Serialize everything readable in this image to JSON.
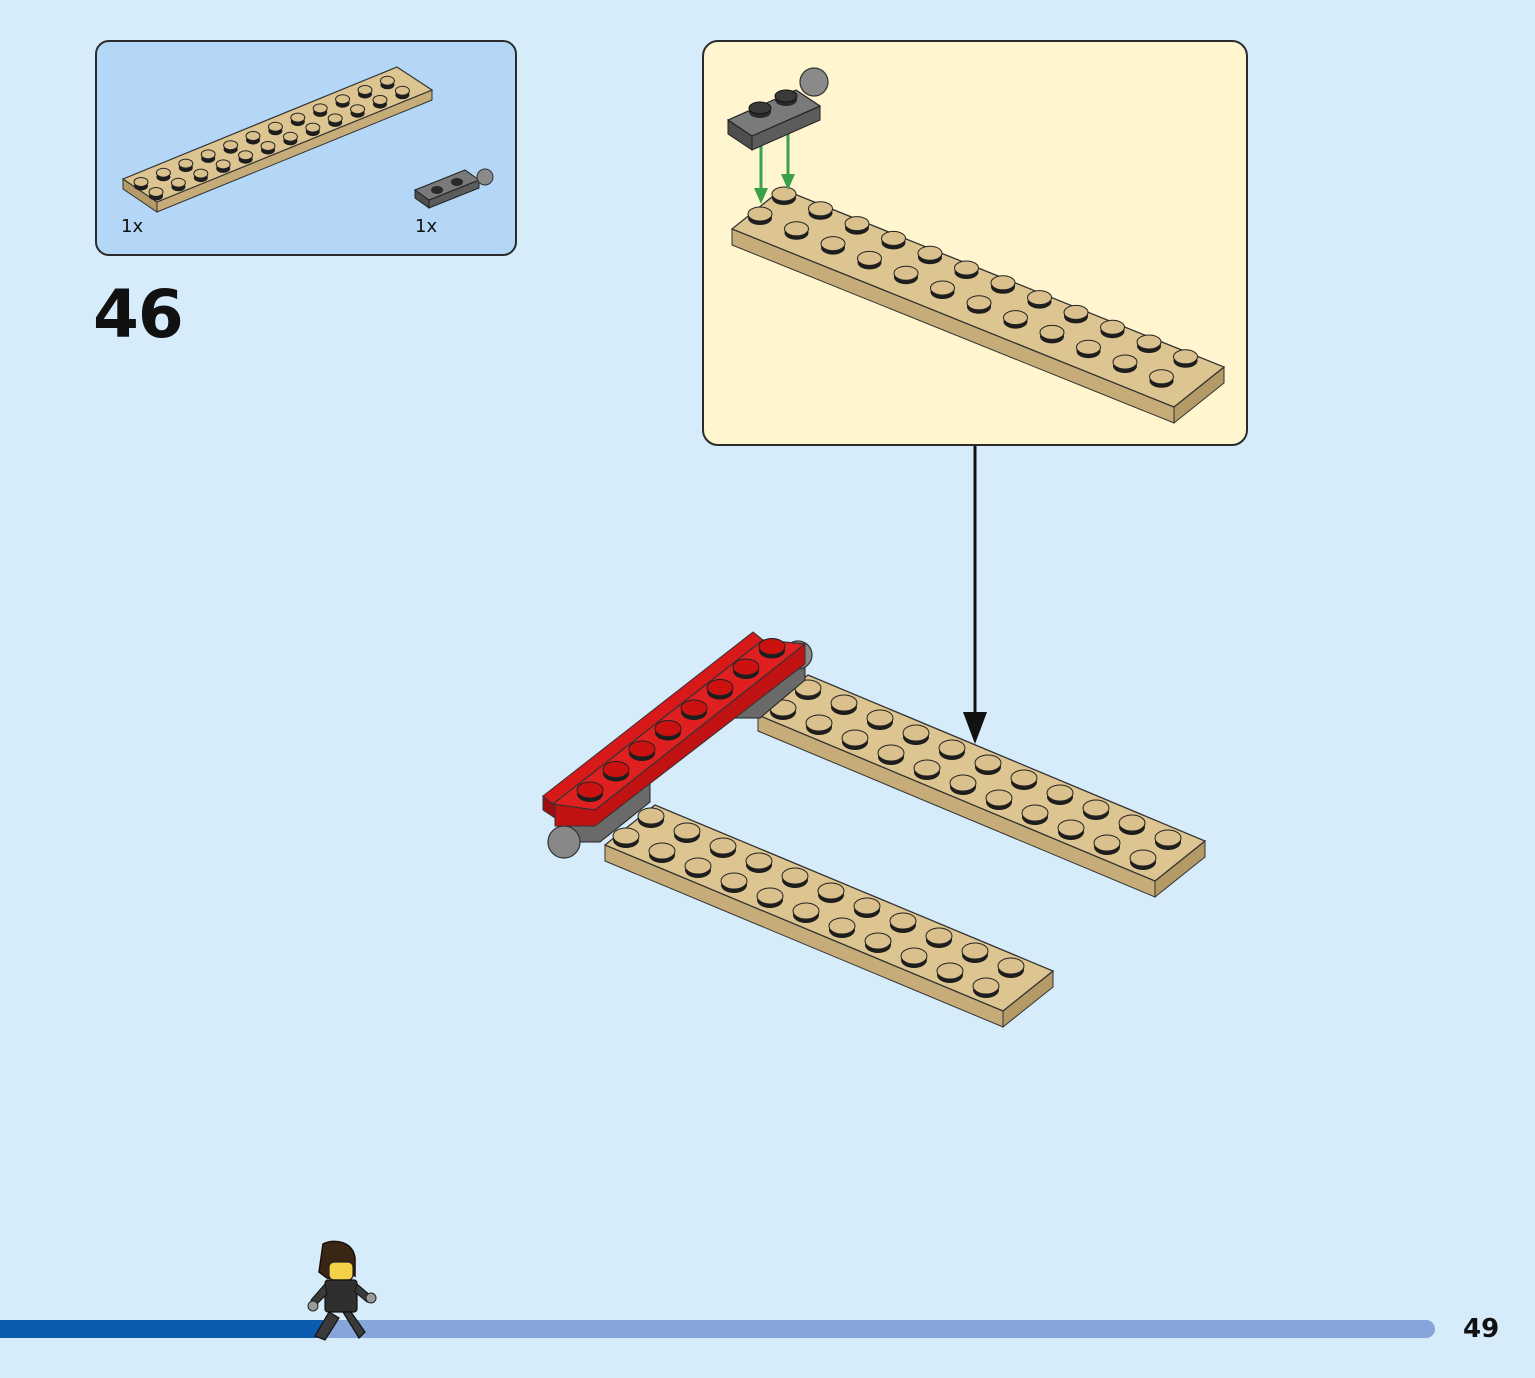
{
  "step": {
    "number": "46"
  },
  "parts_list": {
    "items": [
      {
        "part": "tan-plate-2x12",
        "color": "#d9c08d",
        "quantity": "1x"
      },
      {
        "part": "dark-gray-plate-1x2-with-towball",
        "color": "#6f6f6f",
        "quantity": "1x"
      }
    ]
  },
  "callout": {
    "parts": [
      "dark-gray-plate-1x2-with-towball",
      "tan-plate-2x12"
    ],
    "arrow_color": "#3aa04a"
  },
  "colors": {
    "page_background": "#d6ecfb",
    "parts_box": "#b4d7f7",
    "callout_box": "#fff6cf",
    "tan": "#d9c08d",
    "red": "#cc1111",
    "dark_gray": "#6f6f6f",
    "progress_done": "#0b5cb0",
    "progress_remaining": "#86a5da"
  },
  "footer": {
    "page_number": "49",
    "progress_fraction": 0.225,
    "mascot": "minifigure-walking-icon"
  }
}
